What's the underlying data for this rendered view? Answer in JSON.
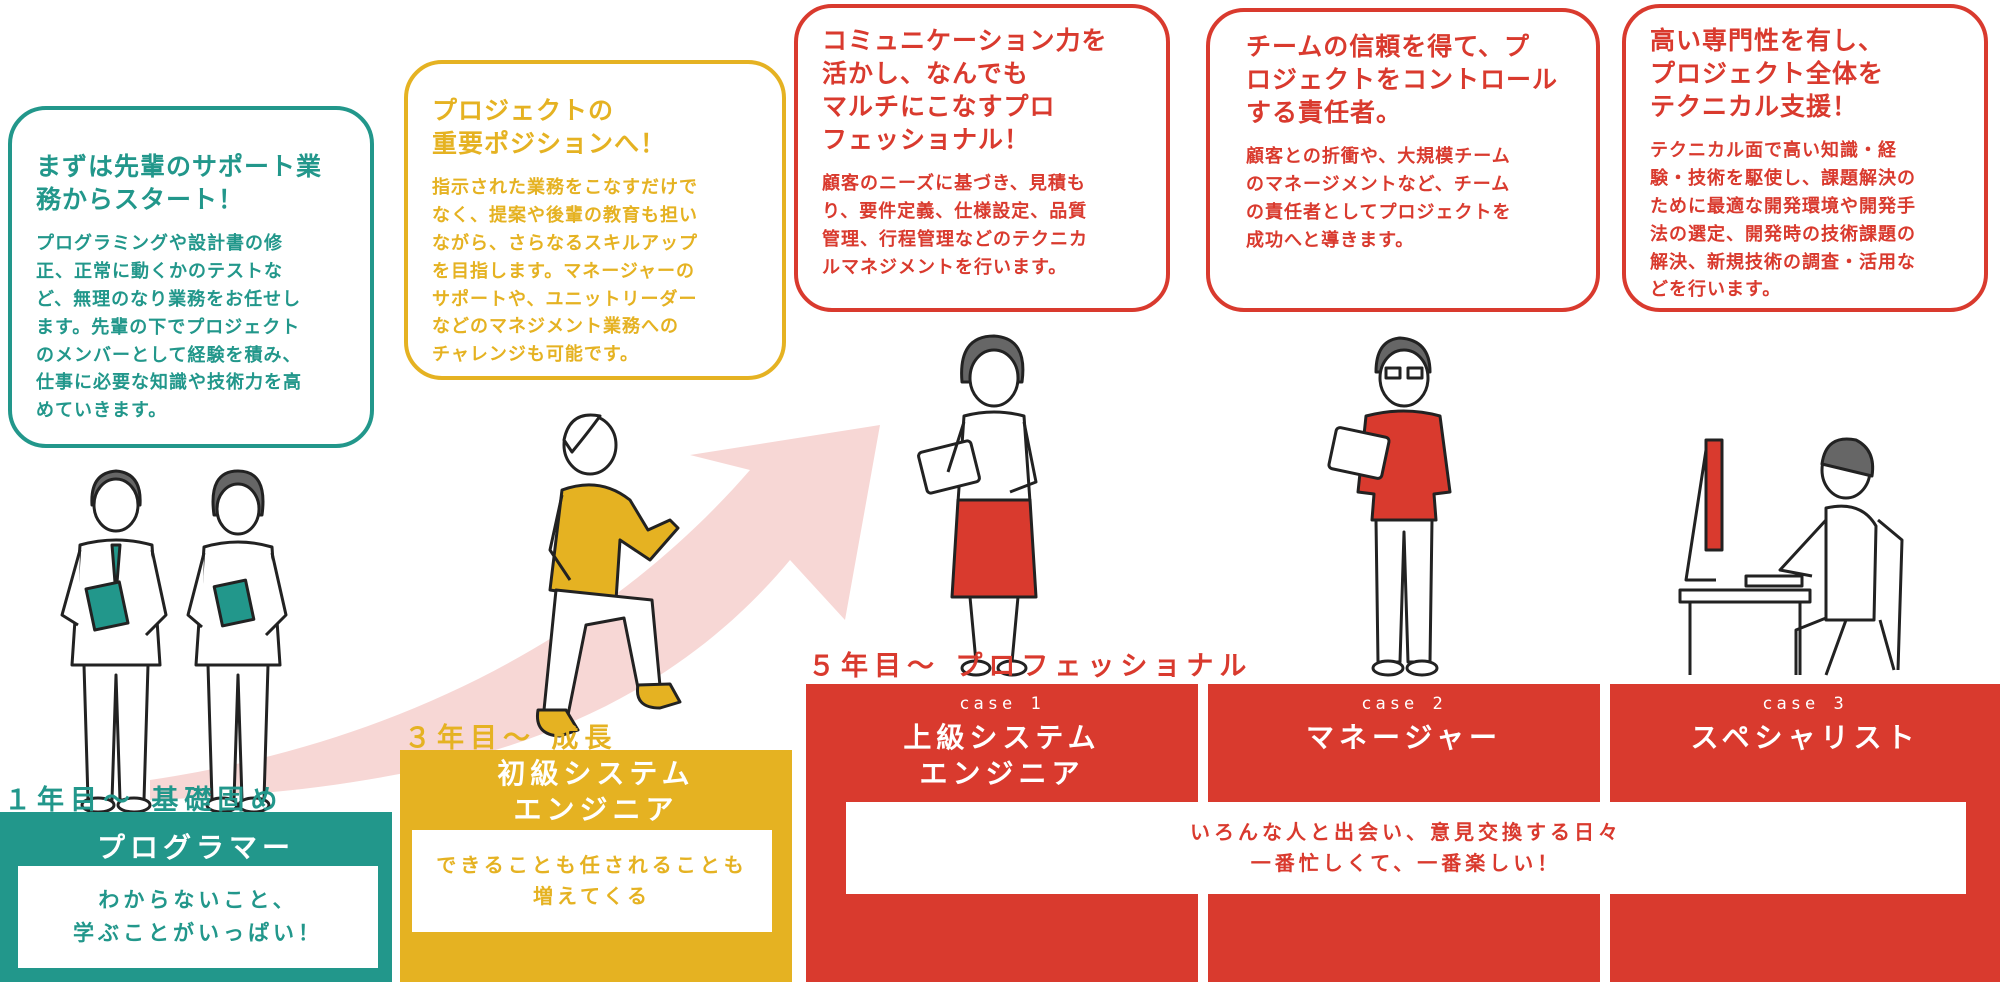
{
  "colors": {
    "teal": "#22978b",
    "yellow": "#e5b222",
    "red": "#d93a2e",
    "arrow": "#f7d7d5"
  },
  "bubbles": {
    "programmer": {
      "head": [
        "まずは先輩のサポート業",
        "務からスタート！"
      ],
      "body": [
        "プログラミングや設計書の修",
        "正、正常に動くかのテストな",
        "ど、無理のなり業務をお任せし",
        "ます。先輩の下でプロジェクト",
        "のメンバーとして経験を積み、",
        "仕事に必要な知識や技術力を高",
        "めていきます。"
      ]
    },
    "junior": {
      "head": [
        "プロジェクトの",
        "重要ポジションへ！"
      ],
      "body": [
        "指示された業務をこなすだけで",
        "なく、提案や後輩の教育も担い",
        "ながら、さらなるスキルアップ",
        "を目指します。マネージャーの",
        "サポートや、ユニットリーダー",
        "などのマネジメント業務への",
        "チャレンジも可能です。"
      ]
    },
    "senior": {
      "head": [
        "コミュニケーション力を",
        "活かし、なんでも",
        "マルチにこなすプロ",
        "フェッショナル！"
      ],
      "body": [
        "顧客のニーズに基づき、見積も",
        "り、要件定義、仕様設定、品質",
        "管理、行程管理などのテクニカ",
        "ルマネジメントを行います。"
      ]
    },
    "manager": {
      "head": [
        "チームの信頼を得て、プ",
        "ロジェクトをコントロール",
        "する責任者。"
      ],
      "body": [
        "顧客との折衝や、大規模チーム",
        "のマネージメントなど、チーム",
        "の責任者としてプロジェクトを",
        "成功へと導きます。"
      ]
    },
    "specialist": {
      "head": [
        "高い専門性を有し、",
        "プロジェクト全体を",
        "テクニカル支援！"
      ],
      "body": [
        "テクニカル面で高い知識・経",
        "験・技術を駆使し、課題解決の",
        "ために最適な開発環境や開発手",
        "法の選定、開発時の技術課題の",
        "解決、新規技術の調査・活用な",
        "どを行います。"
      ]
    }
  },
  "stages": {
    "year1": "１年目～ 基礎固め",
    "year3": "３年目～ 成長",
    "year5": "５年目～ プロフェッショナル"
  },
  "roles": {
    "programmer": {
      "title": "プログラマー",
      "sub": [
        "わからないこと、",
        "学ぶことがいっぱい！"
      ]
    },
    "junior": {
      "title": [
        "初級システム",
        "エンジニア"
      ],
      "sub": [
        "できることも任されることも",
        "増えてくる"
      ]
    },
    "case1": {
      "label": "case 1",
      "title": [
        "上級システム",
        "エンジニア"
      ]
    },
    "case2": {
      "label": "case 2",
      "title": [
        "マネージャー"
      ]
    },
    "case3": {
      "label": "case 3",
      "title": [
        "スペシャリスト"
      ]
    },
    "shared_sub": [
      "いろんな人と出会い、意見交換する日々",
      "一番忙しくて、一番楽しい！"
    ]
  }
}
